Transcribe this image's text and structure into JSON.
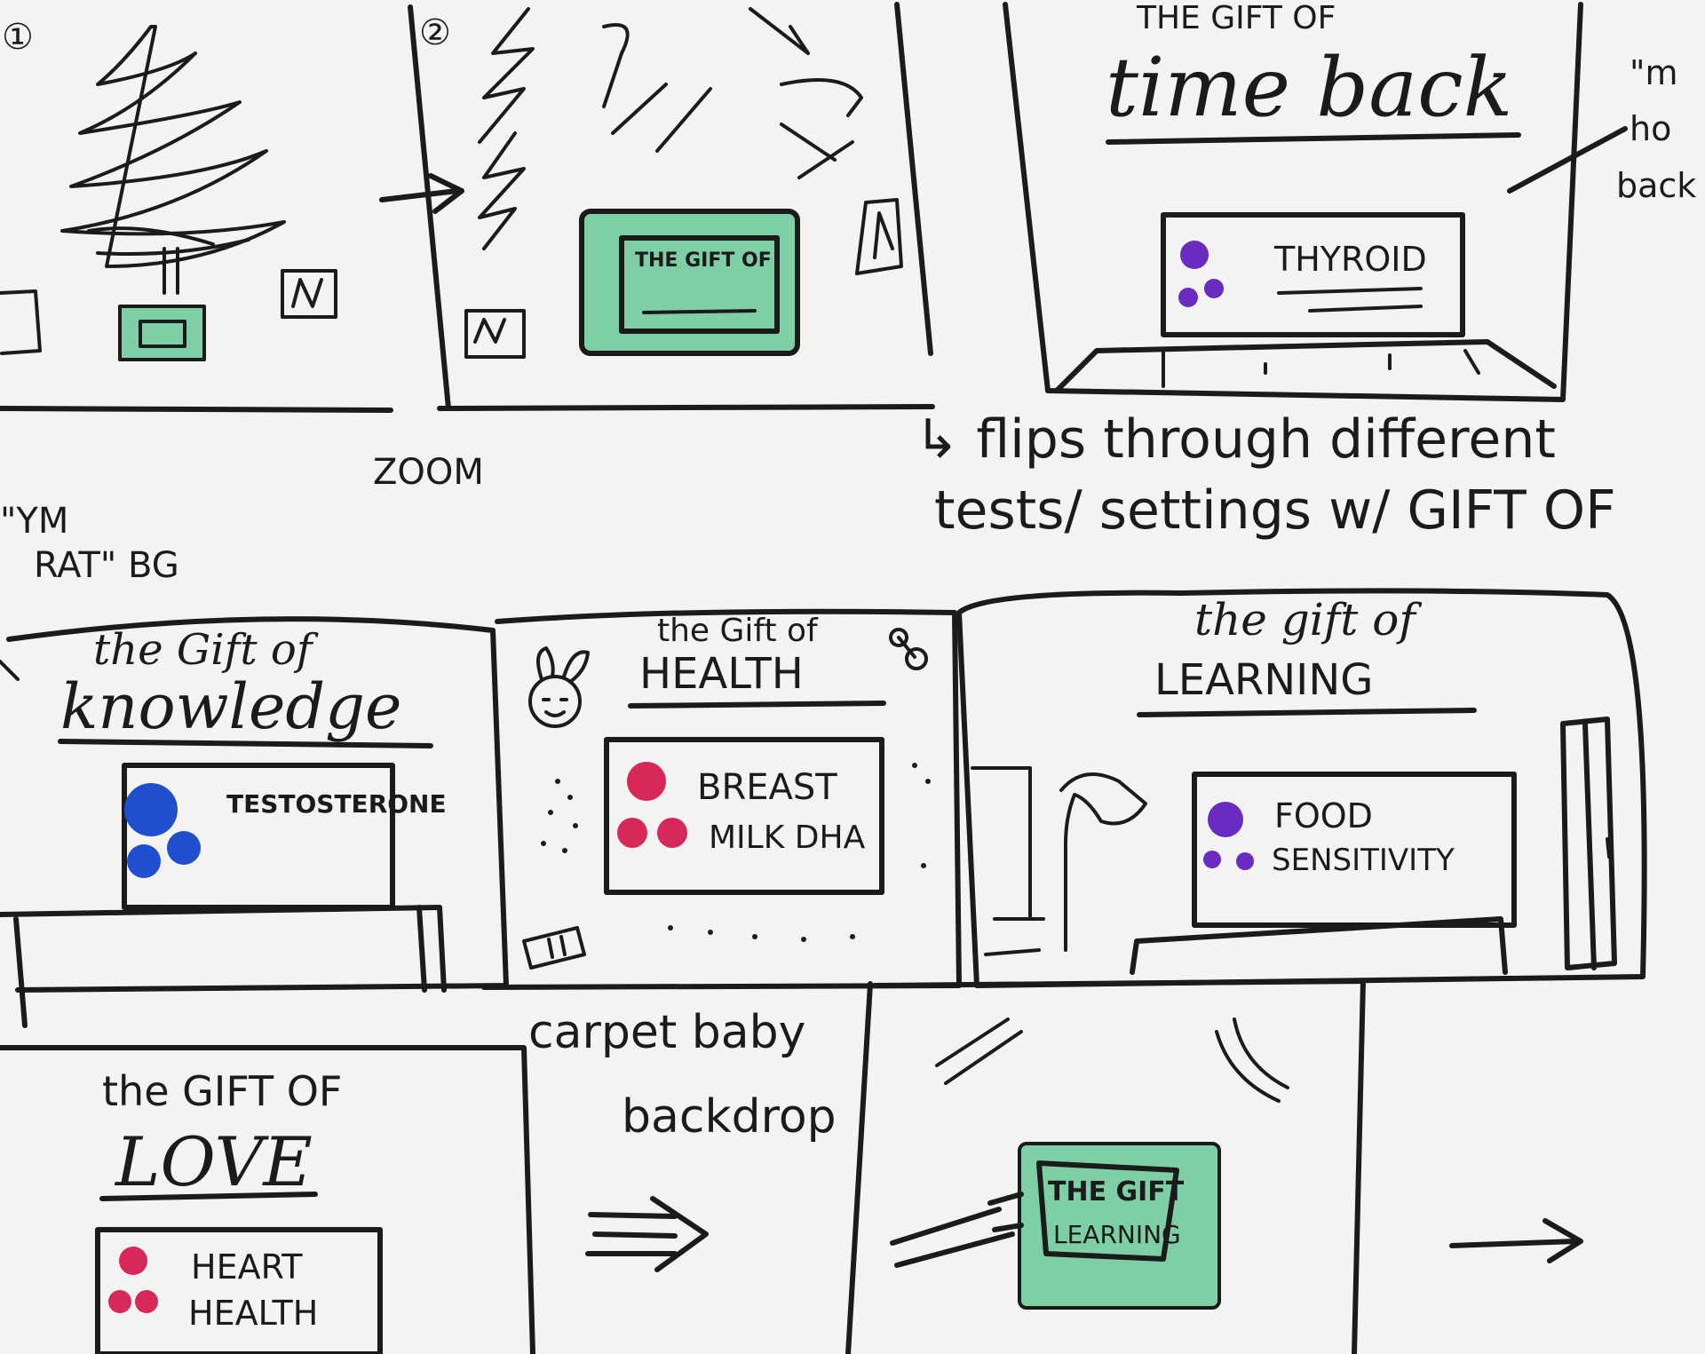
{
  "colors": {
    "ink": "#1b1b1b",
    "paper": "#f3f3f1",
    "mint": "#7fcfa6",
    "purple": "#6a2bc2",
    "blue": "#1f4fcf",
    "pink": "#d8285a"
  },
  "frames": {
    "f1": {
      "number": "①"
    },
    "f2": {
      "number": "②",
      "card_text": "THE GIFT OF",
      "note": "ZOOM"
    },
    "f3": {
      "line1": "THE GIFT OF",
      "line2": "time back",
      "card_text": "THYROID",
      "side_note": [
        "\"m",
        "ho",
        "back"
      ]
    },
    "flip_note": {
      "line1": "↳ flips through different",
      "line2": "tests/ settings w/ GIFT OF"
    },
    "left_note": {
      "line1": "\"YM",
      "line2": "RAT\" BG"
    },
    "f4": {
      "line1": "the Gift of",
      "line2": "knowledge",
      "card_text": "TESTOSTERONE"
    },
    "f5": {
      "line1": "the Gift of",
      "line2": "HEALTH",
      "card_line1": "BREAST",
      "card_line2": "MILK DHA"
    },
    "f6": {
      "line1": "the gift of",
      "line2": "LEARNING",
      "card_line1": "FOOD",
      "card_line2": "SENSITIVITY"
    },
    "f7": {
      "line1": "the GIFT OF",
      "line2": "LOVE",
      "card_line1": "HEART",
      "card_line2": "HEALTH"
    },
    "f8": {
      "note_line1": "carpet baby",
      "note_line2": "backdrop"
    },
    "f9": {
      "card_line1": "THE GIFT",
      "card_line2": "LEARNING"
    }
  }
}
